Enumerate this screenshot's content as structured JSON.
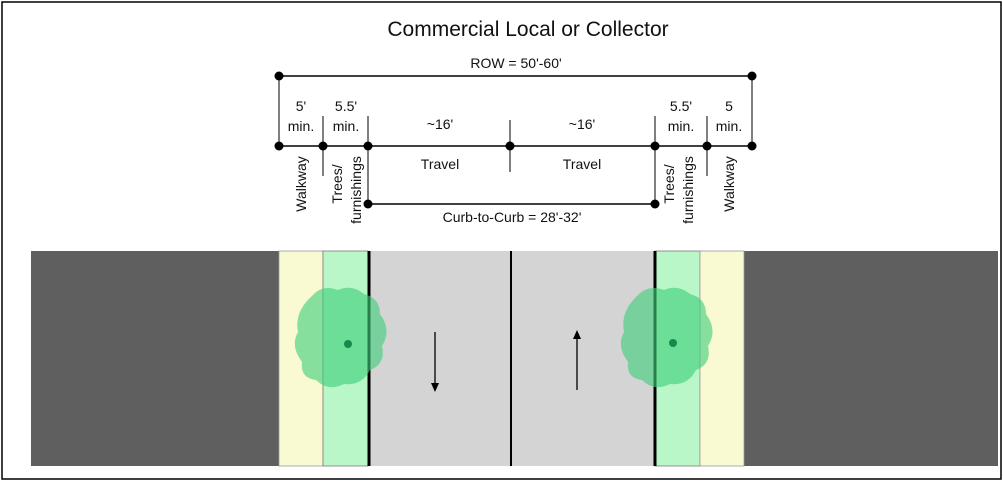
{
  "title": "Commercial Local or Collector",
  "row": {
    "label": "ROW = 50'-60'"
  },
  "segments": [
    {
      "dim_line1": "5'",
      "dim_line2": "min.",
      "name_line1": "Walkway"
    },
    {
      "dim_line1": "5.5'",
      "dim_line2": "min.",
      "name_line1": "Trees/",
      "name_line2": "furnishings"
    },
    {
      "dim_line1": "~16'",
      "name_line1": "Travel"
    },
    {
      "dim_line1": "~16'",
      "name_line1": "Travel"
    },
    {
      "dim_line1": "5.5'",
      "dim_line2": "min.",
      "name_line1": "Trees/",
      "name_line2": "furnishings"
    },
    {
      "dim_line1": "5",
      "dim_line2": "min.",
      "name_line1": "Walkway"
    }
  ],
  "curb": {
    "label": "Curb-to-Curb = 28'-32'"
  },
  "colors": {
    "building": "#5f5f5f",
    "walkway": "#fafad2",
    "furnishing": "#b9f7c9",
    "roadway": "#d4d4d4",
    "tree": "#3fcf7a",
    "line": "#000000"
  }
}
